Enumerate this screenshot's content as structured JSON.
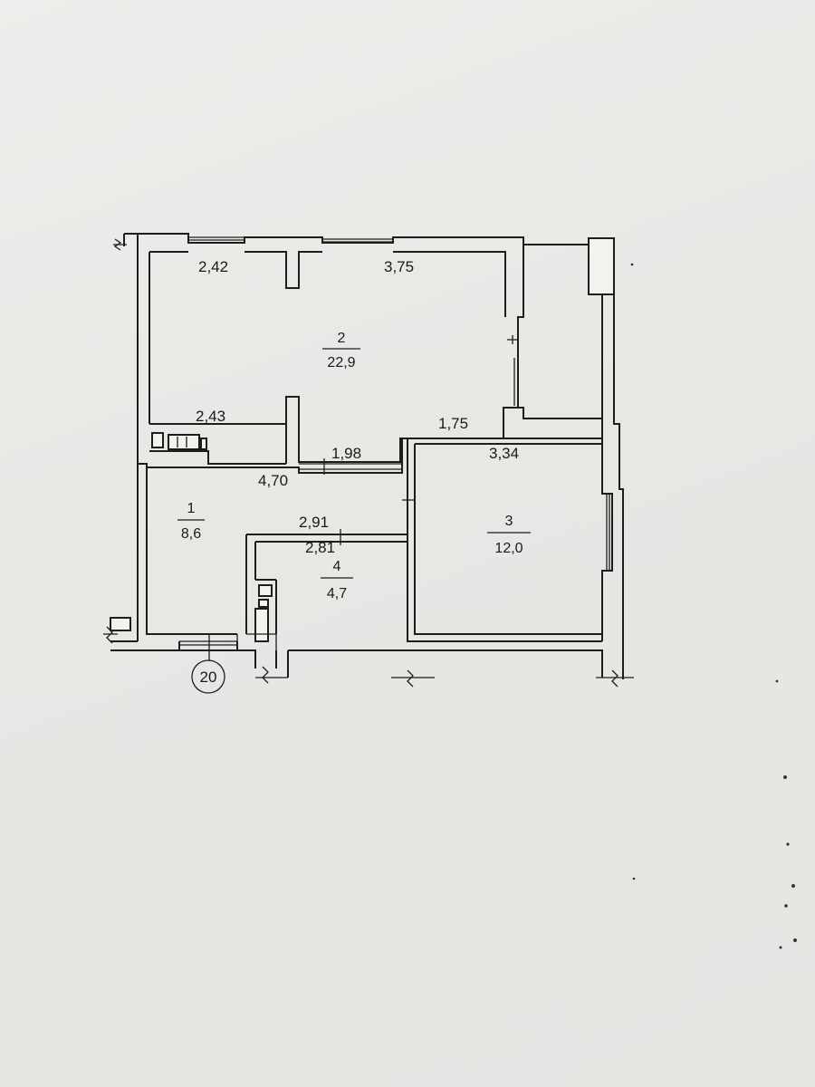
{
  "plan": {
    "rooms": [
      {
        "number": "1",
        "area": "8,6"
      },
      {
        "number": "2",
        "area": "22,9"
      },
      {
        "number": "3",
        "area": "12,0"
      },
      {
        "number": "4",
        "area": "4,7"
      }
    ],
    "dimensions": [
      "2,42",
      "3,75",
      "2,43",
      "1,75",
      "1,98",
      "3,34",
      "4,70",
      "2,91",
      "2,81"
    ],
    "axis_marker": "20"
  }
}
